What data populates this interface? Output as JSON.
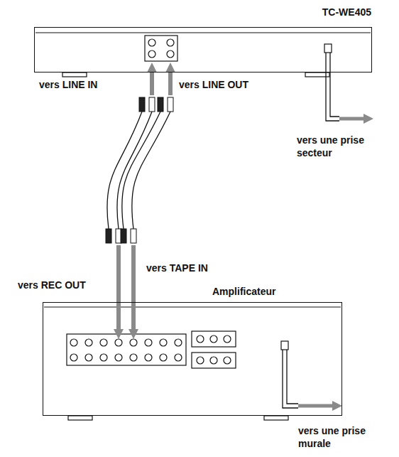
{
  "diagram": {
    "nodes": [
      {
        "text": [
          "TC-WE405"
        ]
      },
      {
        "text": [
          "Amplificateur"
        ]
      }
    ],
    "edges": [
      {
        "from": 0,
        "to": 1,
        "arrow": "both"
      },
      {
        "from": 0,
        "to": 1,
        "arrow": "both"
      }
    ],
    "labels": [
      "vers LINE IN",
      "vers LINE OUT",
      "vers une prise secteur",
      "vers REC OUT",
      "vers TAPE IN",
      "vers une prise murale"
    ]
  }
}
